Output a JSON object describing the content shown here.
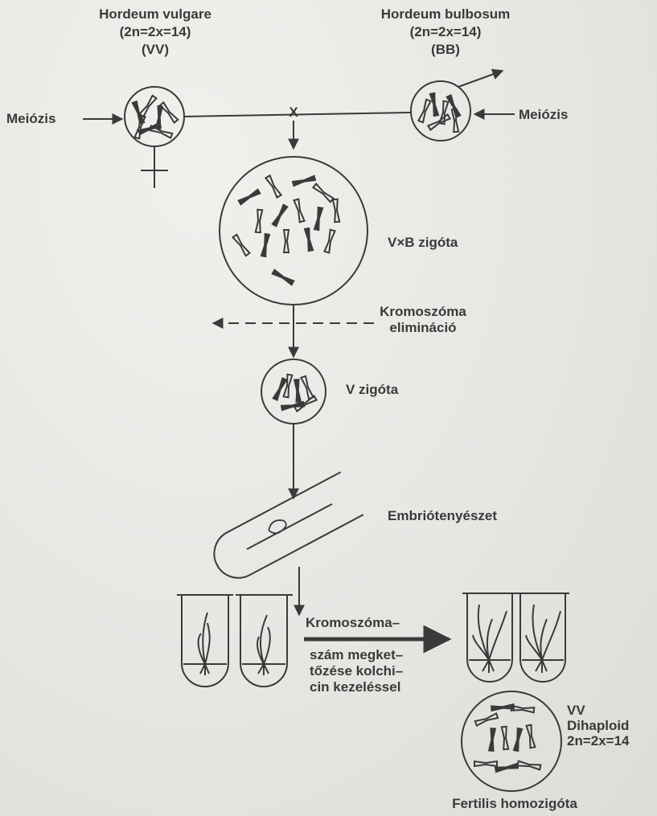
{
  "parents": {
    "left": {
      "species": "Hordeum vulgare",
      "chromosomes": "(2n=2x=14)",
      "genome": "(VV)",
      "sex": "♀"
    },
    "right": {
      "species": "Hordeum bulbosum",
      "chromosomes": "(2n=2x=14)",
      "genome": "(BB)",
      "sex": "♂"
    }
  },
  "meiosis_left": "Meiózis",
  "meiosis_right": "Meiózis",
  "cross_symbol": "X",
  "vxb_zygote": "V×B zigóta",
  "elimination": {
    "line1": "Kromoszóma",
    "line2": "elimináció"
  },
  "v_zygote": "V zigóta",
  "embryo_culture": "Embriótenyészet",
  "doubling": {
    "line1": "Kromoszóma–",
    "line2": "szám megket–",
    "line3": "tőzése kolchi–",
    "line4": "cin kezeléssel"
  },
  "dihaploid": {
    "line1": "VV",
    "line2": "Dihaploid",
    "line3": "2n=2x=14"
  },
  "fertile": "Fertilis homozigóta",
  "colors": {
    "ink": "#3a3a3a",
    "paper": "#ecebe8"
  }
}
